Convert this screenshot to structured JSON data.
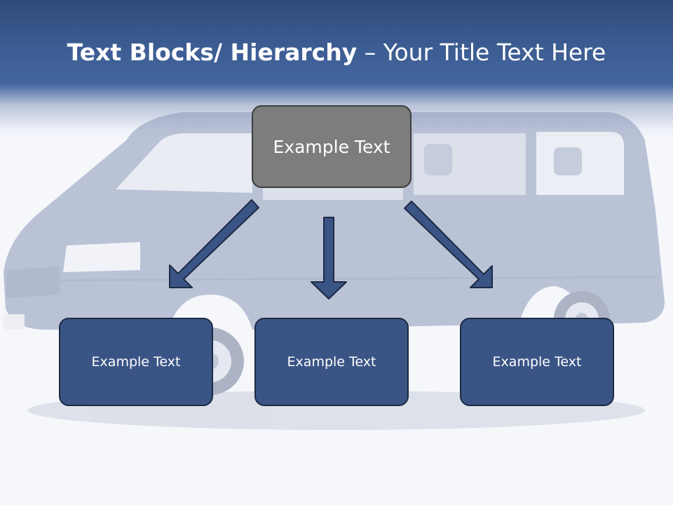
{
  "title": {
    "bold": "Text Blocks/ Hierarchy",
    "separator": " – ",
    "rest": "Your Title Text Here"
  },
  "hierarchy": {
    "top": "Example Text",
    "children": [
      "Example Text",
      "Example Text",
      "Example Text"
    ]
  },
  "colors": {
    "header": "#3b5b90",
    "top_box": "#7d7d7d",
    "child_box": "#3a5585",
    "arrow": "#3a5585"
  },
  "background_image": "van-photo"
}
